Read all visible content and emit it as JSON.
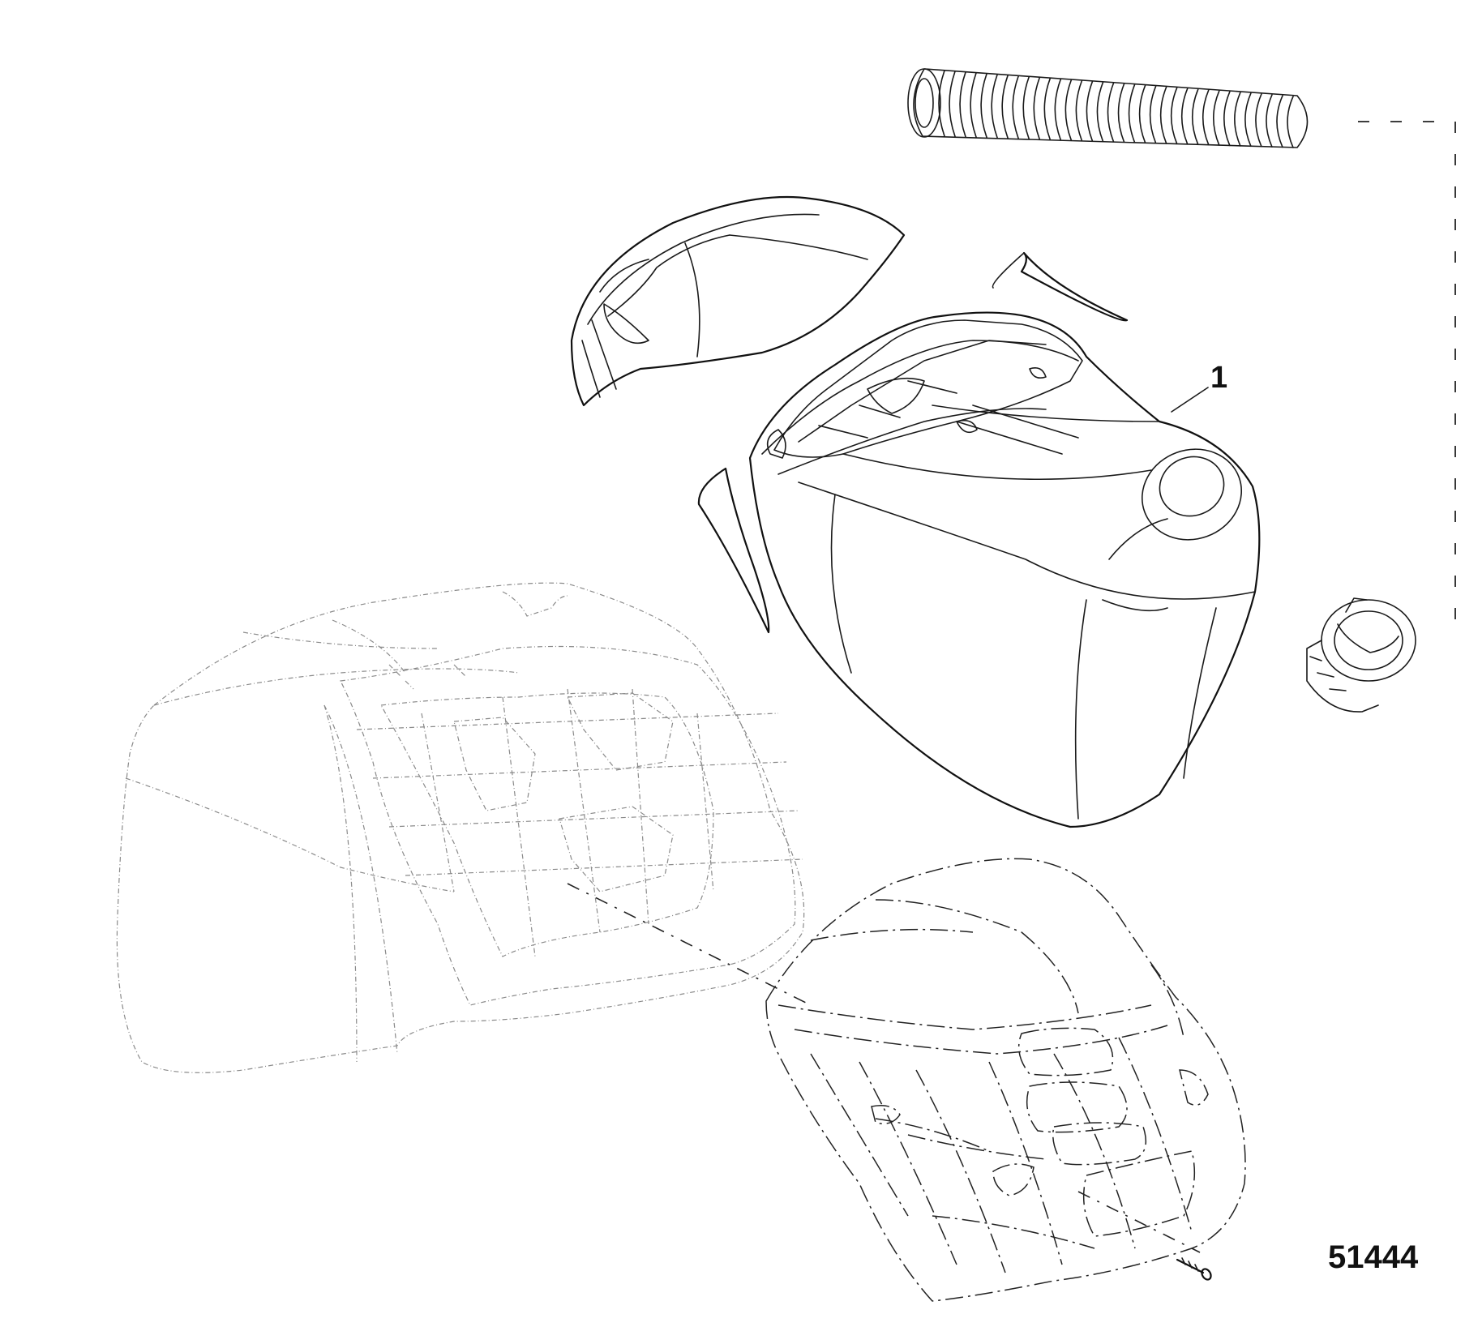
{
  "callouts": [
    {
      "id": "1",
      "text": "1"
    }
  ],
  "figure_number": "51444",
  "parts": [
    {
      "name": "corrugated-hose"
    },
    {
      "name": "top-cowl-front-cover"
    },
    {
      "name": "top-cowl-assembly"
    },
    {
      "name": "side-trim-strip-upper"
    },
    {
      "name": "side-trim-strip-lower"
    },
    {
      "name": "air-intake-grommet"
    },
    {
      "name": "rear-cowl-ghost"
    },
    {
      "name": "front-cowl-phantom"
    },
    {
      "name": "screw"
    }
  ]
}
